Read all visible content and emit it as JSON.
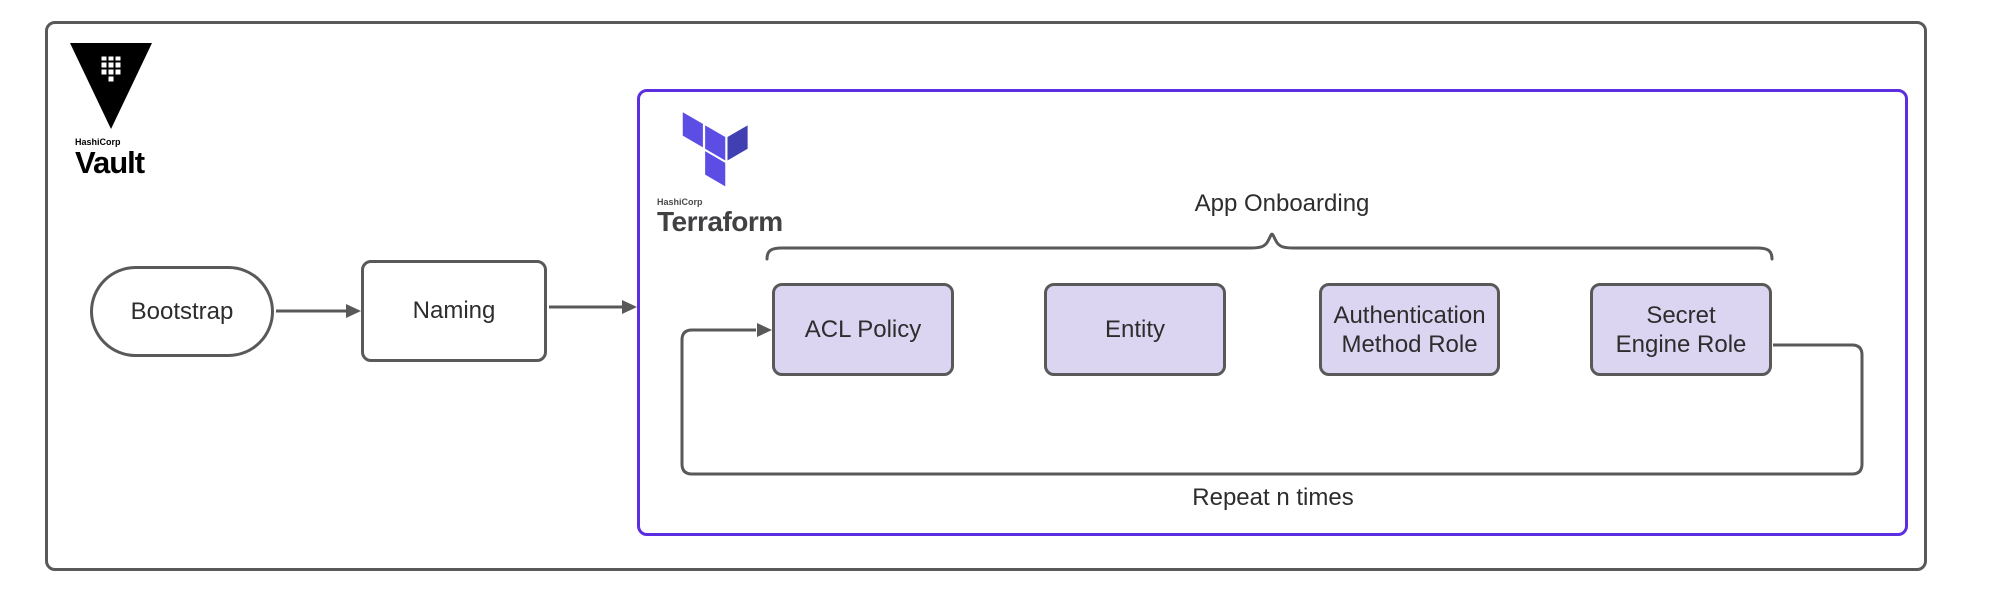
{
  "vault_logo": {
    "brand": "HashiCorp",
    "product": "Vault"
  },
  "terraform_logo": {
    "brand": "HashiCorp",
    "product": "Terraform"
  },
  "nodes": {
    "bootstrap": {
      "label": "Bootstrap"
    },
    "naming": {
      "label": "Naming"
    }
  },
  "onboarding": {
    "title": "App Onboarding",
    "steps": [
      {
        "label": "ACL Policy"
      },
      {
        "label": "Entity"
      },
      {
        "label": "Authentication Method Role"
      },
      {
        "label": "Secret Engine Role"
      }
    ],
    "loop_label": "Repeat n times"
  },
  "colors": {
    "frame_stroke": "#595959",
    "purple_frame_stroke": "#5B2EE0",
    "step_fill": "#DCD5F2",
    "terraform_light": "#5C4EE5",
    "terraform_dark": "#4040B2",
    "vault_black": "#000000"
  }
}
